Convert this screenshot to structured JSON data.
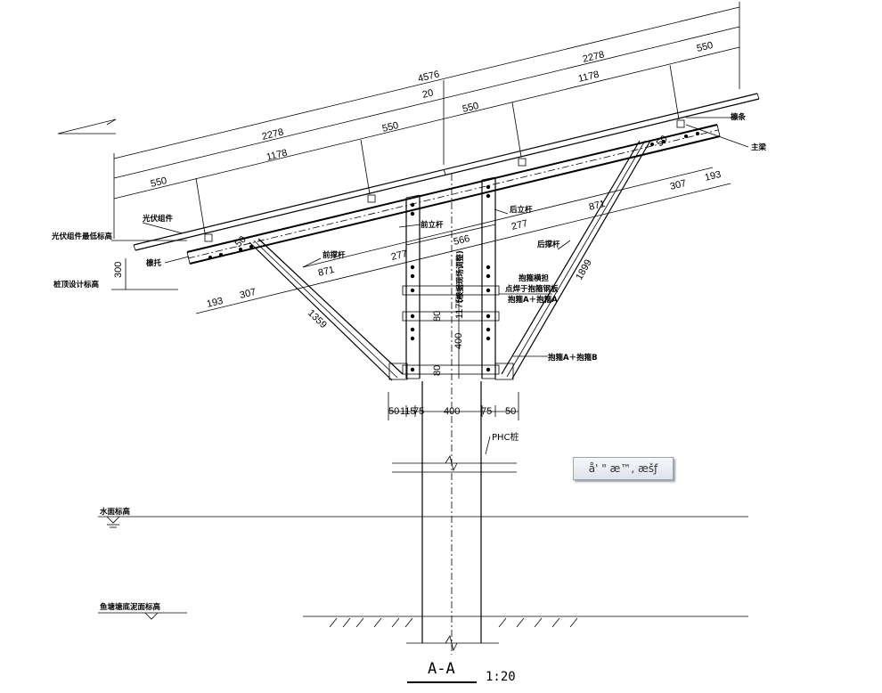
{
  "drawing": {
    "view_title": "A-A",
    "scale": "1:20",
    "stamp_text": "å' \" æ™, æšƒ"
  },
  "labels": {
    "pv_module": "光伏组件",
    "pv_module_low_elev": "光伏组件最低标高",
    "pile_top_elev": "桩顶设计标高",
    "purlin_bracket": "檩托",
    "purlin": "檩条",
    "main_beam": "主梁",
    "front_post": "前立杆",
    "rear_post": "后立杆",
    "front_brace": "前撑杆",
    "rear_brace": "后撑杆",
    "hoop_set": "抱箍横担",
    "hoop_weld_note": "点焊于抱箍钢板",
    "hoop_ab_1": "抱箍A＋抱箍A",
    "hoop_ab_2": "抱箍A＋抱箍B",
    "post_note": "(根据现场调整)",
    "phc_pile": "PHC桩",
    "water_level": "水面标高",
    "mud_level": "鱼塘塘底泥面标高"
  },
  "dimensions": {
    "top_total": "4576",
    "top_half_left": "2278",
    "top_half_right": "2278",
    "top_gap": "20",
    "left_550": "550",
    "left_1178": "1178",
    "left_inner_550": "550",
    "right_inner_550": "550",
    "right_1178": "1178",
    "right_550": "550",
    "height_300": "300",
    "post_277_left": "277",
    "post_277_right": "277",
    "span_566": "566",
    "front_871": "871",
    "rear_871": "871",
    "bottom_193_left": "193",
    "bottom_307_left": "307",
    "bottom_307_right": "307",
    "bottom_193_right": "193",
    "front_brace_len": "1359",
    "rear_brace_len": "1899",
    "post_1175": "1175",
    "gap_80_top": "80",
    "post_400": "400",
    "gap_80_bottom": "80",
    "base_50_left": "50",
    "base_115": "115",
    "base_75_left": "75",
    "base_400": "400",
    "base_75_right": "75",
    "base_50_right": "50",
    "end_50_left": "50",
    "end_50_right": "50"
  }
}
